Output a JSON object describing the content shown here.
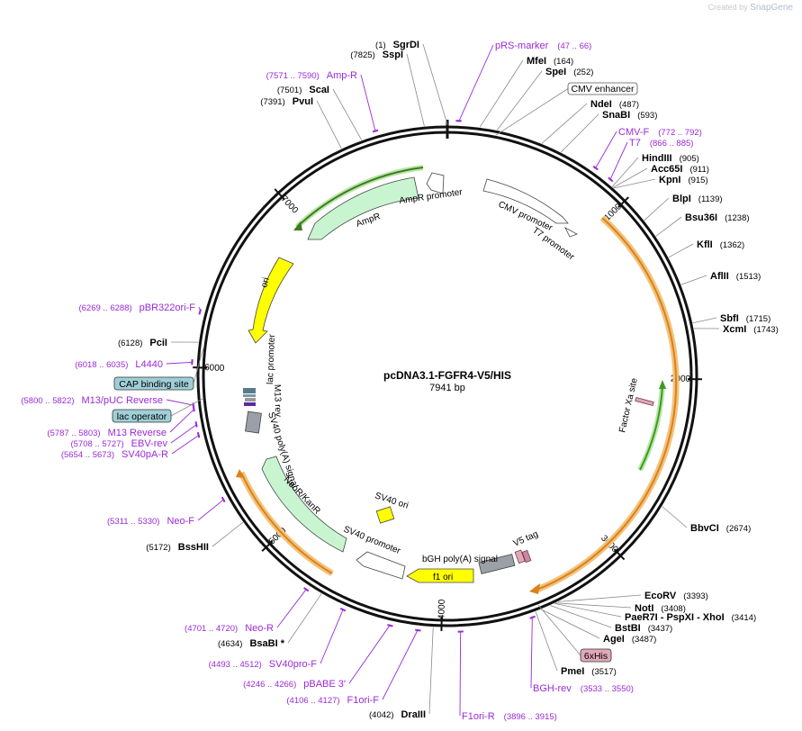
{
  "branding": {
    "created_by": "Created by",
    "product": "SnapGene"
  },
  "plasmid": {
    "name": "pcDNA3.1-FGFR4-V5/HIS",
    "length": "7941 bp"
  },
  "ticks": [
    "1000",
    "2000",
    "3000",
    "4000",
    "5000",
    "6000",
    "7000"
  ],
  "enzymes": [
    {
      "name": "SgrDI",
      "pos": "(1)",
      "bp": 1,
      "side": "left"
    },
    {
      "name": "SspI",
      "pos": "(7825)",
      "bp": 7825,
      "side": "left"
    },
    {
      "name": "ScaI",
      "pos": "(7501)",
      "bp": 7501,
      "side": "left"
    },
    {
      "name": "PvuI",
      "pos": "(7391)",
      "bp": 7391,
      "side": "left"
    },
    {
      "name": "MfeI",
      "pos": "(164)",
      "bp": 164,
      "side": "right"
    },
    {
      "name": "SpeI",
      "pos": "(252)",
      "bp": 252,
      "side": "right"
    },
    {
      "name": "NdeI",
      "pos": "(487)",
      "bp": 487,
      "side": "right"
    },
    {
      "name": "SnaBI",
      "pos": "(593)",
      "bp": 593,
      "side": "right"
    },
    {
      "name": "HindIII",
      "pos": "(905)",
      "bp": 905,
      "side": "right"
    },
    {
      "name": "Acc65I",
      "pos": "(911)",
      "bp": 911,
      "side": "right"
    },
    {
      "name": "KpnI",
      "pos": "(915)",
      "bp": 915,
      "side": "right"
    },
    {
      "name": "BlpI",
      "pos": "(1139)",
      "bp": 1139,
      "side": "right"
    },
    {
      "name": "Bsu36I",
      "pos": "(1238)",
      "bp": 1238,
      "side": "right"
    },
    {
      "name": "KflI",
      "pos": "(1362)",
      "bp": 1362,
      "side": "right"
    },
    {
      "name": "AflII",
      "pos": "(1513)",
      "bp": 1513,
      "side": "right"
    },
    {
      "name": "SbfI",
      "pos": "(1715)",
      "bp": 1715,
      "side": "right"
    },
    {
      "name": "XcmI",
      "pos": "(1743)",
      "bp": 1743,
      "side": "right"
    },
    {
      "name": "BbvCI",
      "pos": "(2674)",
      "bp": 2674,
      "side": "right"
    },
    {
      "name": "EcoRV",
      "pos": "(3393)",
      "bp": 3393,
      "side": "right"
    },
    {
      "name": "NotI",
      "pos": "(3408)",
      "bp": 3408,
      "side": "right"
    },
    {
      "name": "PaeR7I - PspXI - XhoI",
      "pos": "(3414)",
      "bp": 3414,
      "side": "right"
    },
    {
      "name": "BstBI",
      "pos": "(3437)",
      "bp": 3437,
      "side": "right"
    },
    {
      "name": "AgeI",
      "pos": "(3487)",
      "bp": 3487,
      "side": "right"
    },
    {
      "name": "PmeI",
      "pos": "(3517)",
      "bp": 3517,
      "side": "right"
    },
    {
      "name": "DraIII",
      "pos": "(4042)",
      "bp": 4042,
      "side": "left"
    },
    {
      "name": "BsaBI *",
      "pos": "(4634)",
      "bp": 4634,
      "side": "left"
    },
    {
      "name": "BssHII",
      "pos": "(5172)",
      "bp": 5172,
      "side": "left"
    },
    {
      "name": "PciI",
      "pos": "(6128)",
      "bp": 6128,
      "side": "left"
    }
  ],
  "primers": [
    {
      "name": "pRS-marker",
      "range": "(47 .. 66)",
      "bp": 56,
      "side": "right"
    },
    {
      "name": "Amp-R",
      "range": "(7571 .. 7590)",
      "bp": 7580,
      "side": "left"
    },
    {
      "name": "CMV-F",
      "range": "(772 .. 792)",
      "bp": 782,
      "side": "right"
    },
    {
      "name": "T7",
      "range": "(866 .. 885)",
      "bp": 875,
      "side": "right"
    },
    {
      "name": "pBR322ori-F",
      "range": "(6269 .. 6288)",
      "bp": 6278,
      "side": "left"
    },
    {
      "name": "L4440",
      "range": "(6018 .. 6035)",
      "bp": 6026,
      "side": "left"
    },
    {
      "name": "M13/pUC Reverse",
      "range": "(5800 .. 5822)",
      "bp": 5811,
      "side": "left"
    },
    {
      "name": "M13 Reverse",
      "range": "(5787 .. 5803)",
      "bp": 5795,
      "side": "left"
    },
    {
      "name": "EBV-rev",
      "range": "(5708 .. 5727)",
      "bp": 5717,
      "side": "left"
    },
    {
      "name": "SV40pA-R",
      "range": "(5654 .. 5673)",
      "bp": 5663,
      "side": "left"
    },
    {
      "name": "Neo-F",
      "range": "(5311 .. 5330)",
      "bp": 5320,
      "side": "left"
    },
    {
      "name": "Neo-R",
      "range": "(4701 .. 4720)",
      "bp": 4710,
      "side": "left"
    },
    {
      "name": "SV40pro-F",
      "range": "(4493 .. 4512)",
      "bp": 4502,
      "side": "left"
    },
    {
      "name": "pBABE 3'",
      "range": "(4246 .. 4266)",
      "bp": 4256,
      "side": "left"
    },
    {
      "name": "F1ori-F",
      "range": "(4106 .. 4127)",
      "bp": 4116,
      "side": "left"
    },
    {
      "name": "F1ori-R",
      "range": "(3896 .. 3915)",
      "bp": 3905,
      "side": "right"
    },
    {
      "name": "BGH-rev",
      "range": "(3533 .. 3550)",
      "bp": 3541,
      "side": "right"
    }
  ],
  "features": [
    {
      "name": "CMV enhancer",
      "kind": "box"
    },
    {
      "name": "CAP binding site",
      "kind": "box-blue"
    },
    {
      "name": "lac operator",
      "kind": "box-blue"
    },
    {
      "name": "6xHis",
      "kind": "box-pink"
    },
    {
      "name": "AmpR",
      "kind": "arrow-green"
    },
    {
      "name": "AmpR promoter",
      "kind": "arrow-white"
    },
    {
      "name": "CMV promoter",
      "kind": "arrow-white"
    },
    {
      "name": "T7 promoter",
      "kind": "arrow-white"
    },
    {
      "name": "ori",
      "kind": "arrow-yellow"
    },
    {
      "name": "lac promoter",
      "kind": "arrow-white"
    },
    {
      "name": "M13 rev",
      "kind": "arrow-white"
    },
    {
      "name": "SV40 poly(A) signal",
      "kind": "box-gray"
    },
    {
      "name": "NeoR/KanR",
      "kind": "arrow-green"
    },
    {
      "name": "SV40 ori",
      "kind": "box-yellow"
    },
    {
      "name": "SV40 promoter",
      "kind": "arrow-white"
    },
    {
      "name": "f1 ori",
      "kind": "arrow-yellow"
    },
    {
      "name": "bGH poly(A) signal",
      "kind": "box-gray"
    },
    {
      "name": "V5 tag",
      "kind": "box-pink"
    },
    {
      "name": "Factor Xa site",
      "kind": "box-pink"
    }
  ],
  "colors": {
    "backbone": "#111111",
    "enzyme_text": "#000000",
    "primer": "#9a2ad8",
    "ampr_fill": "#c8f5d0",
    "cds_arc": "#f0a23a",
    "cds_green": "#3f9a1f",
    "ori_fill": "#ffff00",
    "promoter_fill": "#ffffff",
    "polya_fill": "#9aa0a6",
    "blue_box": "#9fcfd8",
    "pink_box": "#e0a8b8"
  }
}
